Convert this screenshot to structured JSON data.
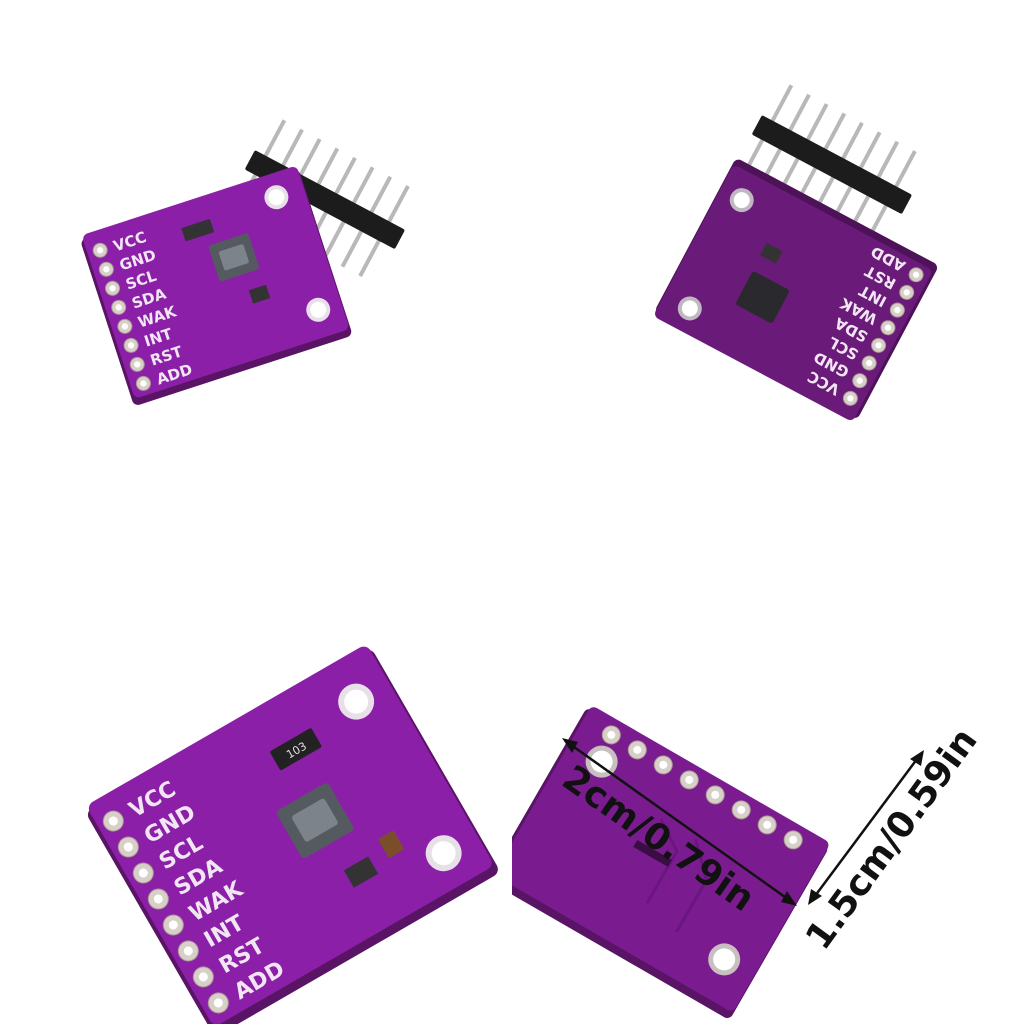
{
  "colors": {
    "pcb_main": "#8b1fa8",
    "pcb_dark": "#6a1a78",
    "pcb_edge": "#5a1466",
    "silkscreen": "#f2e6f4",
    "pad_gold": "#d8d0c8",
    "header_plastic": "#1c1c1c",
    "header_pin": "#b8b8b8",
    "sensor_chip": "#555a60",
    "dimension_text": "#111111",
    "background": "#ffffff"
  },
  "pin_labels": [
    "VCC",
    "GND",
    "SCL",
    "SDA",
    "WAK",
    "INT",
    "RST",
    "ADD"
  ],
  "resistor_marking": "103",
  "dimensions": {
    "length": "2cm/0.79in",
    "width": "1.5cm/0.59in"
  },
  "icons": [
    "pin-header-icon",
    "sensor-chip-icon",
    "mounting-hole-icon",
    "dimension-arrow-icon"
  ]
}
